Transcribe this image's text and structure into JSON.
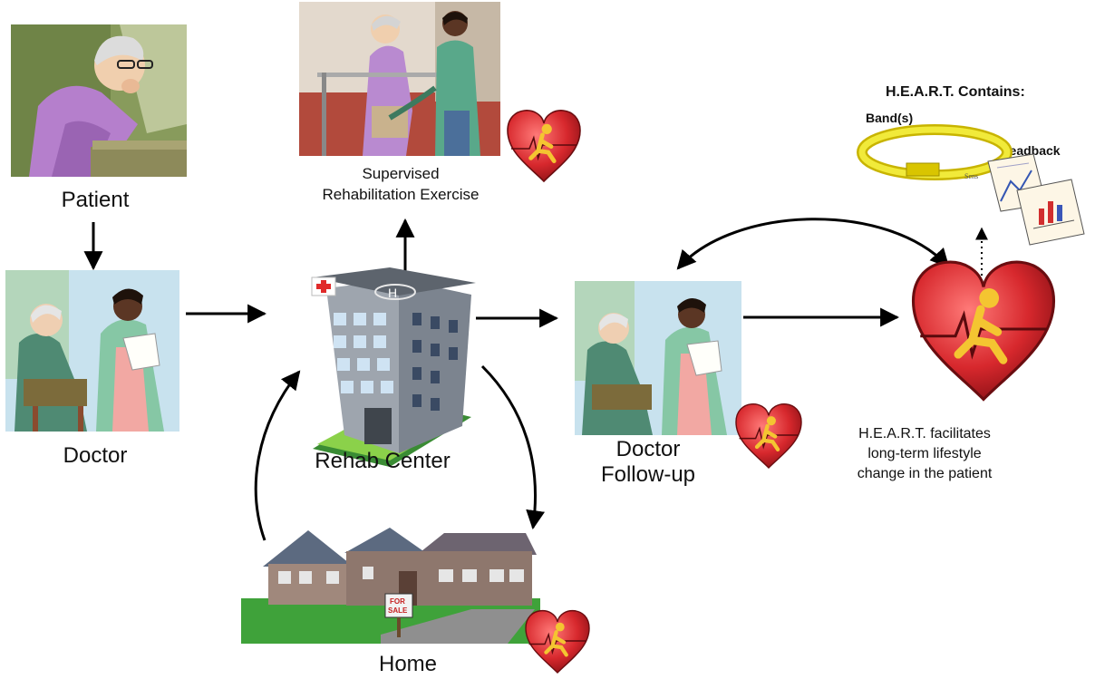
{
  "nodes": {
    "patient": "Patient",
    "doctor": "Doctor",
    "supervised_line1": "Supervised",
    "supervised_line2": "Rehabilitation Exercise",
    "rehab_center": "Rehab Center",
    "home": "Home",
    "followup_line1": "Doctor",
    "followup_line2": "Follow-up"
  },
  "heart_panel": {
    "title": "H.E.A.R.T. Contains:",
    "band": "Band(s)",
    "feedback": "Feadback",
    "sensor_partial": "Sens",
    "desc_line1": "H.E.A.R.T. facilitates",
    "desc_line2": "long-term lifestyle",
    "desc_line3": "change in the patient"
  },
  "house_sign": {
    "line1": "FOR",
    "line2": "SALE"
  },
  "hospital_sign": "H",
  "colors": {
    "heart_red": "#d7282d",
    "heart_figure": "#f4c531",
    "band_gold": "#e8e02a",
    "arrow": "#000000"
  }
}
